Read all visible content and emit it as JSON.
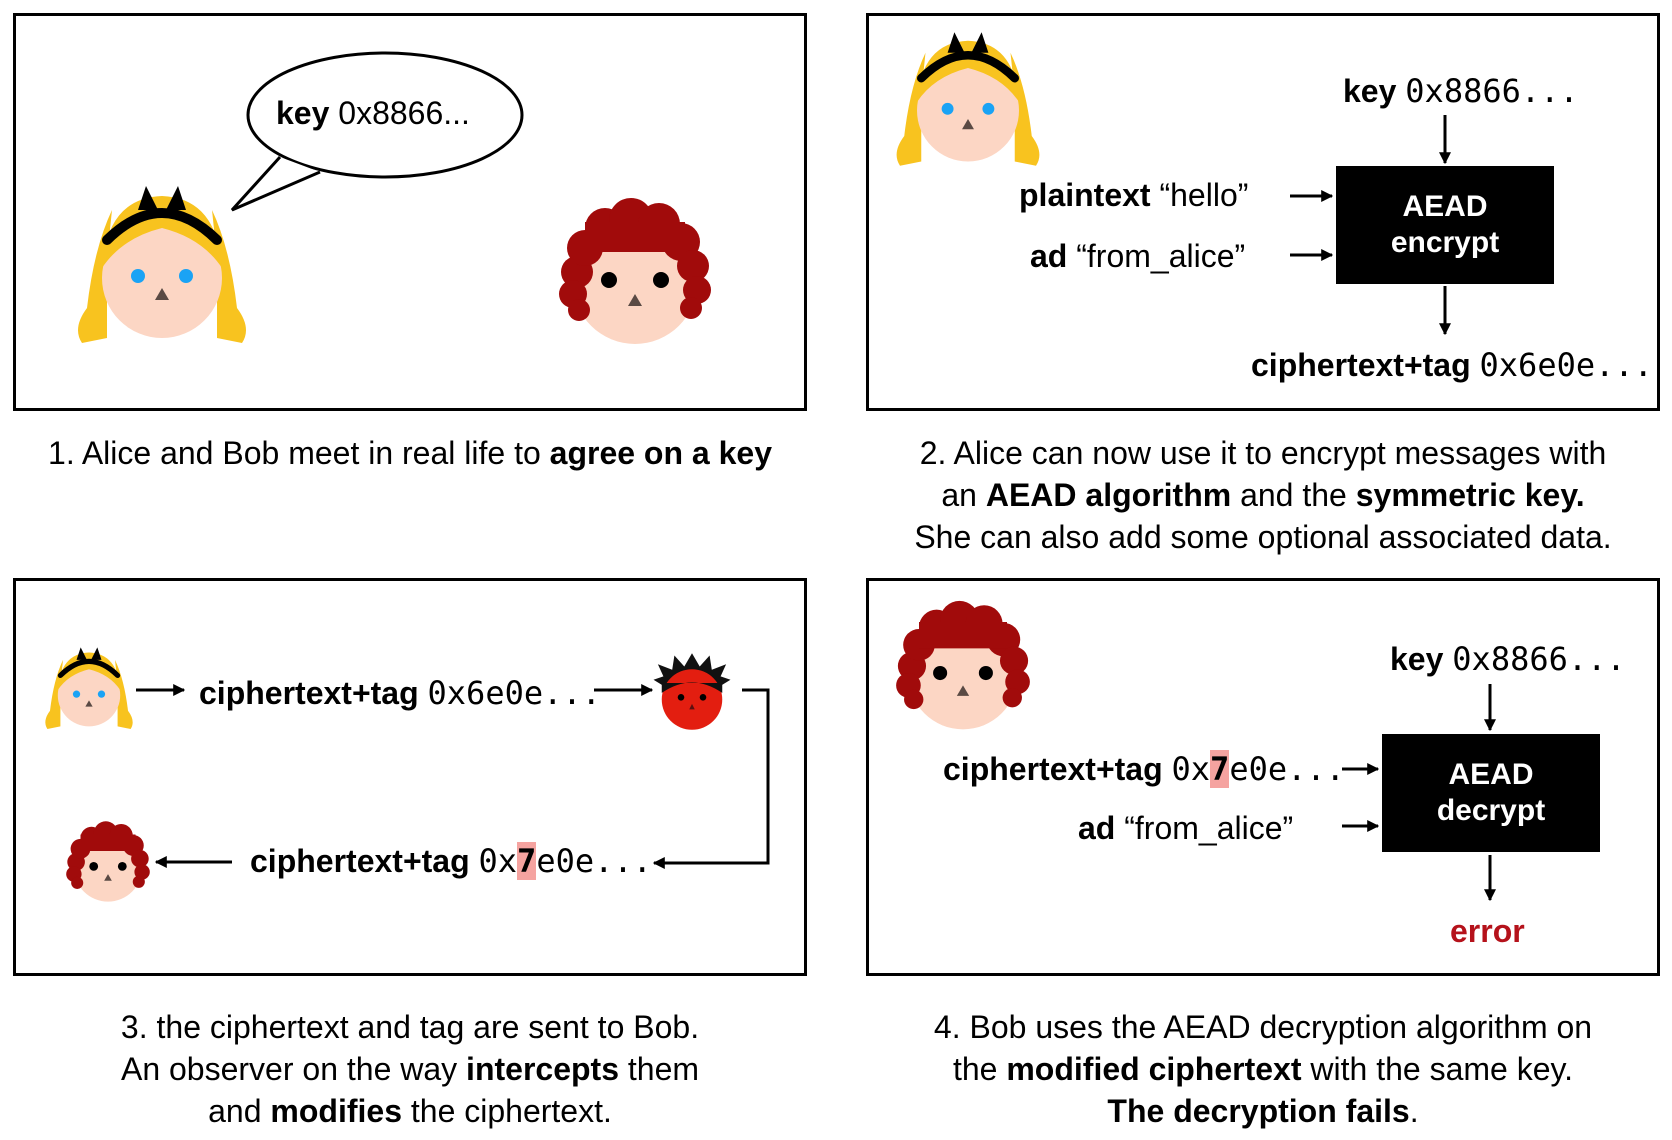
{
  "panel1": {
    "bubble": {
      "label": "key",
      "value": "0x8866..."
    },
    "caption": {
      "lead": "1. Alice and Bob meet in real life to ",
      "strong": "agree on a key"
    }
  },
  "panel2": {
    "key": {
      "label": "key",
      "value": "0x8866..."
    },
    "plaintext": {
      "label": "plaintext",
      "value": "“hello”"
    },
    "ad": {
      "label": "ad",
      "value": "“from_alice”"
    },
    "box": {
      "line1": "AEAD",
      "line2": "encrypt"
    },
    "output": {
      "label": "ciphertext+tag",
      "value": "0x6e0e..."
    },
    "caption": {
      "l1": "2. Alice can now use it to encrypt messages with",
      "l2a": "an ",
      "l2b": "AEAD algorithm",
      "l2c": " and the ",
      "l2d": "symmetric key.",
      "l3": "She can also add some optional associated data."
    }
  },
  "panel3": {
    "top": {
      "label": "ciphertext+tag",
      "value": "0x6e0e..."
    },
    "bottom": {
      "label": "ciphertext+tag",
      "prefix": "0x",
      "changed": "7",
      "suffix": "e0e..."
    },
    "caption": {
      "l1": "3. the ciphertext and tag are sent to Bob.",
      "l2a": "An observer on the way ",
      "l2b": "intercepts",
      "l2c": " them",
      "l3a": "and ",
      "l3b": "modifies",
      "l3c": " the ciphertext."
    }
  },
  "panel4": {
    "key": {
      "label": "key",
      "value": "0x8866..."
    },
    "input": {
      "label": "ciphertext+tag",
      "prefix": "0x",
      "changed": "7",
      "suffix": "e0e..."
    },
    "ad": {
      "label": "ad",
      "value": "“from_alice”"
    },
    "box": {
      "line1": "AEAD",
      "line2": "decrypt"
    },
    "error": "error",
    "caption": {
      "l1": "4. Bob uses the AEAD decryption algorithm on",
      "l2a": "the ",
      "l2b": "modified ciphertext",
      "l2c": " with the same key.",
      "l3a": "The decryption fails",
      "l3b": "."
    }
  }
}
